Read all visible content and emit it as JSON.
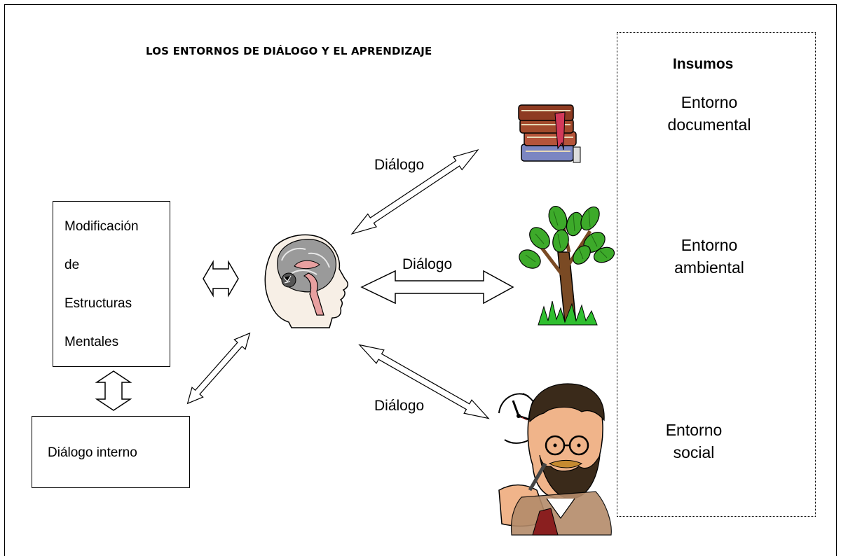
{
  "title": "LOS ENTORNOS DE DIÁLOGO Y EL APRENDIZAJE",
  "insumos": {
    "title": "Insumos",
    "documental": [
      "Entorno",
      "documental"
    ],
    "ambiental": [
      "Entorno",
      "ambiental"
    ],
    "social": [
      "Entorno",
      "social"
    ]
  },
  "modificacion": {
    "lines": [
      "Modificación",
      "de",
      "Estructuras",
      "Mentales"
    ]
  },
  "dialogo_interno": "Diálogo interno",
  "dialog_labels": {
    "documental": "Diálogo",
    "ambiental": "Diálogo",
    "social": "Diálogo"
  },
  "icons": [
    "brain-head-icon",
    "books-icon",
    "tree-icon",
    "thinking-man-icon",
    "clock-icon"
  ],
  "colors": {
    "line": "#000000",
    "brain_tissue": "#9a9a9a",
    "brain_pink": "#e8a0a0",
    "skin": "#f7efe6",
    "leaf": "#3daa2a",
    "trunk": "#7a4a24"
  }
}
